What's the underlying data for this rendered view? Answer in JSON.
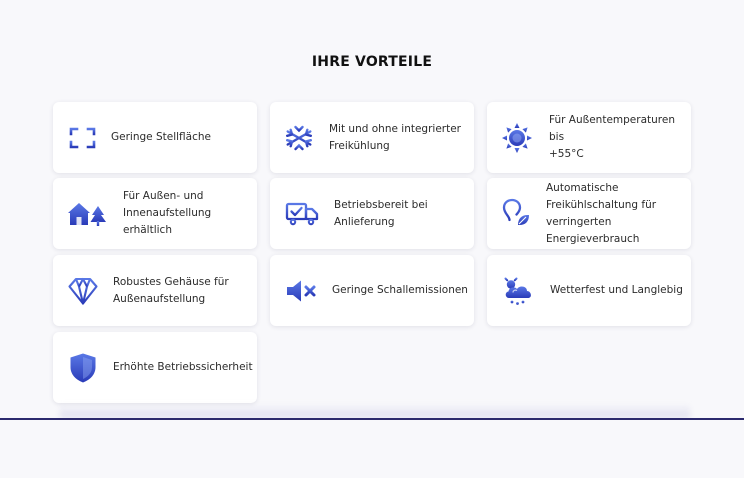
{
  "section": {
    "title": "IHRE VORTEILE"
  },
  "colors": {
    "icon_blue": "#3346c4",
    "icon_light": "#5a78e6",
    "divider": "#2c2a6e"
  },
  "features": [
    {
      "icon": "expand-corners-icon",
      "lines": [
        "Geringe Stellfläche"
      ]
    },
    {
      "icon": "snowflake-icon",
      "lines": [
        "Mit und ohne integrierter",
        "Freikühlung"
      ]
    },
    {
      "icon": "sun-icon",
      "lines": [
        "Für Außentemperaturen bis",
        "+55°C"
      ]
    },
    {
      "icon": "house-tree-icon",
      "lines": [
        "Für Außen- und",
        "Innenaufstellung erhältlich"
      ]
    },
    {
      "icon": "delivery-truck-icon",
      "lines": [
        "Betriebsbereit bei Anlieferung"
      ]
    },
    {
      "icon": "lightbulb-leaf-icon",
      "lines": [
        "Automatische",
        "Freikühlschaltung für",
        "verringerten Energieverbrauch"
      ]
    },
    {
      "icon": "diamond-icon",
      "lines": [
        "Robustes Gehäuse für",
        "Außenaufstellung"
      ]
    },
    {
      "icon": "speaker-mute-icon",
      "lines": [
        "Geringe Schallemissionen"
      ]
    },
    {
      "icon": "weather-cloud-icon",
      "lines": [
        "Wetterfest und Langlebig"
      ]
    },
    {
      "icon": "shield-icon",
      "lines": [
        "Erhöhte Betriebssicherheit"
      ]
    }
  ]
}
